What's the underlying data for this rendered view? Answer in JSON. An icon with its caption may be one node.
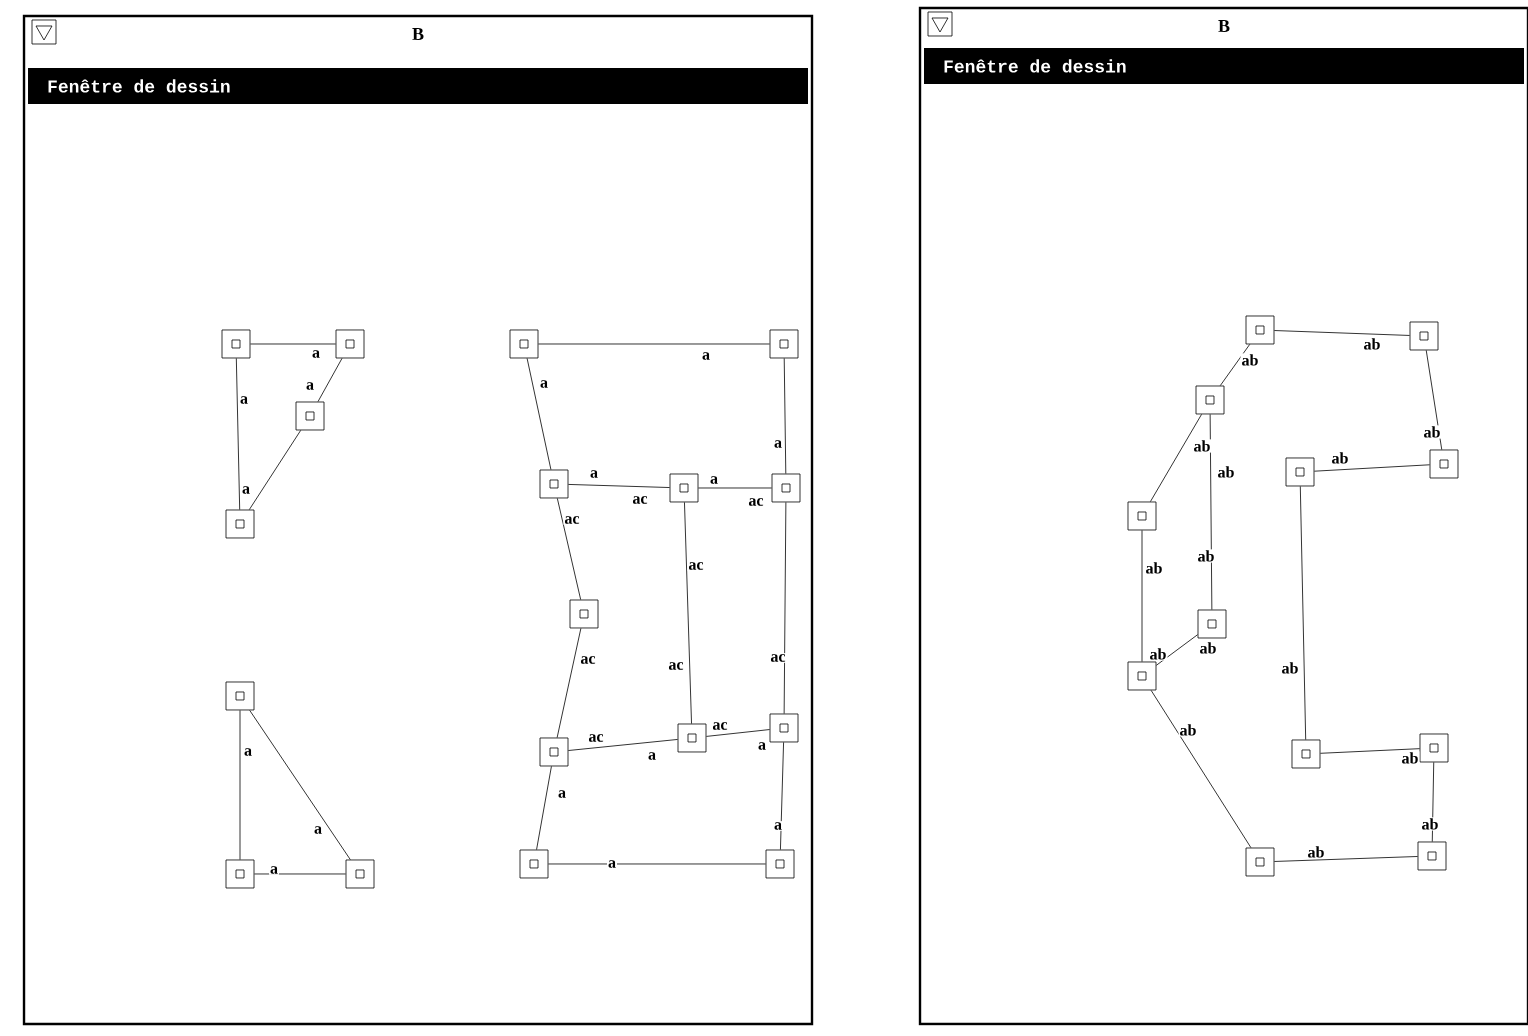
{
  "diagram": {
    "nodes": [
      {
        "text": [
          "B",
          "Fenêtre de dessin"
        ]
      },
      {
        "text": [],
        "shape": "box",
        "in": 0
      },
      {
        "text": [],
        "shape": "box",
        "in": 0
      },
      {
        "text": [],
        "shape": "box",
        "in": 0
      },
      {
        "text": [],
        "shape": "box",
        "in": 0
      },
      {
        "text": [],
        "shape": "box",
        "in": 0
      },
      {
        "text": [],
        "shape": "box",
        "in": 0
      },
      {
        "text": [],
        "shape": "box",
        "in": 0
      },
      {
        "text": [],
        "shape": "box",
        "in": 0
      },
      {
        "text": [],
        "shape": "box",
        "in": 0
      },
      {
        "text": [],
        "shape": "box",
        "in": 0
      },
      {
        "text": [],
        "shape": "box",
        "in": 0
      },
      {
        "text": [],
        "shape": "box",
        "in": 0
      },
      {
        "text": [],
        "shape": "box",
        "in": 0
      },
      {
        "text": [],
        "shape": "box",
        "in": 0
      },
      {
        "text": [],
        "shape": "box",
        "in": 0
      },
      {
        "text": [],
        "shape": "box",
        "in": 0
      },
      {
        "text": [],
        "shape": "box",
        "in": 0
      },
      {
        "text": [],
        "shape": "box",
        "in": 0
      },
      {
        "text": [
          "B",
          "Fenêtre de dessin"
        ]
      },
      {
        "text": [],
        "shape": "box",
        "in": 19
      },
      {
        "text": [],
        "shape": "box",
        "in": 19
      },
      {
        "text": [],
        "shape": "box",
        "in": 19
      },
      {
        "text": [],
        "shape": "box",
        "in": 19
      },
      {
        "text": [],
        "shape": "box",
        "in": 19
      },
      {
        "text": [],
        "shape": "box",
        "in": 19
      },
      {
        "text": [],
        "shape": "box",
        "in": 19
      },
      {
        "text": [],
        "shape": "box",
        "in": 19
      },
      {
        "text": [],
        "shape": "box",
        "in": 19
      },
      {
        "text": [],
        "shape": "box",
        "in": 19
      },
      {
        "text": [],
        "shape": "box",
        "in": 19
      },
      {
        "text": [],
        "shape": "box",
        "in": 19
      }
    ],
    "edges": [
      {
        "from": 1,
        "to": 2,
        "arrow": "none",
        "label": "a"
      },
      {
        "from": 1,
        "to": 4,
        "arrow": "none",
        "label": "a"
      },
      {
        "from": 2,
        "to": 3,
        "arrow": "none",
        "label": "a"
      },
      {
        "from": 3,
        "to": 4,
        "arrow": "none",
        "label": "a"
      },
      {
        "from": 5,
        "to": 6,
        "arrow": "none",
        "label": "a"
      },
      {
        "from": 5,
        "to": 7,
        "arrow": "none",
        "label": "a"
      },
      {
        "from": 6,
        "to": 7,
        "arrow": "none",
        "label": "a"
      },
      {
        "from": 8,
        "to": 9,
        "arrow": "none",
        "label": "a"
      },
      {
        "from": 8,
        "to": 10,
        "arrow": "none",
        "label": "a"
      },
      {
        "from": 9,
        "to": 12,
        "arrow": "none",
        "label": "a"
      },
      {
        "from": 10,
        "to": 11,
        "arrow": "none",
        "label": "a"
      },
      {
        "from": 11,
        "to": 12,
        "arrow": "none",
        "label": "a"
      },
      {
        "from": 10,
        "to": 13,
        "arrow": "none",
        "label": "ac"
      },
      {
        "from": 11,
        "to": 15,
        "arrow": "none",
        "label": "ac"
      },
      {
        "from": 12,
        "to": 16,
        "arrow": "none",
        "label": "ac"
      },
      {
        "from": 13,
        "to": 14,
        "arrow": "none",
        "label": "ac"
      },
      {
        "from": 14,
        "to": 15,
        "arrow": "none",
        "label": "ac"
      },
      {
        "from": 15,
        "to": 16,
        "arrow": "none",
        "label": "ac"
      },
      {
        "from": 14,
        "to": 17,
        "arrow": "none",
        "label": "a"
      },
      {
        "from": 16,
        "to": 18,
        "arrow": "none",
        "label": "a"
      },
      {
        "from": 17,
        "to": 18,
        "arrow": "none",
        "label": "a"
      },
      {
        "from": 20,
        "to": 21,
        "arrow": "none",
        "label": "ab"
      },
      {
        "from": 20,
        "to": 22,
        "arrow": "none",
        "label": "ab"
      },
      {
        "from": 21,
        "to": 23,
        "arrow": "none",
        "label": "ab"
      },
      {
        "from": 22,
        "to": 25,
        "arrow": "none",
        "label": "ab"
      },
      {
        "from": 22,
        "to": 26,
        "arrow": "none",
        "label": "ab"
      },
      {
        "from": 24,
        "to": 23,
        "arrow": "none",
        "label": "ab"
      },
      {
        "from": 24,
        "to": 28,
        "arrow": "none",
        "label": "ab"
      },
      {
        "from": 25,
        "to": 27,
        "arrow": "none",
        "label": "ab"
      },
      {
        "from": 26,
        "to": 27,
        "arrow": "none",
        "label": "ab"
      },
      {
        "from": 27,
        "to": 30,
        "arrow": "none",
        "label": "ab"
      },
      {
        "from": 28,
        "to": 29,
        "arrow": "none",
        "label": "ab"
      },
      {
        "from": 29,
        "to": 31,
        "arrow": "none",
        "label": "ab"
      },
      {
        "from": 30,
        "to": 31,
        "arrow": "none",
        "label": "ab"
      }
    ],
    "labels": [
      "ac",
      "ac",
      "ab",
      "ab",
      "ac",
      "a",
      "a"
    ]
  }
}
